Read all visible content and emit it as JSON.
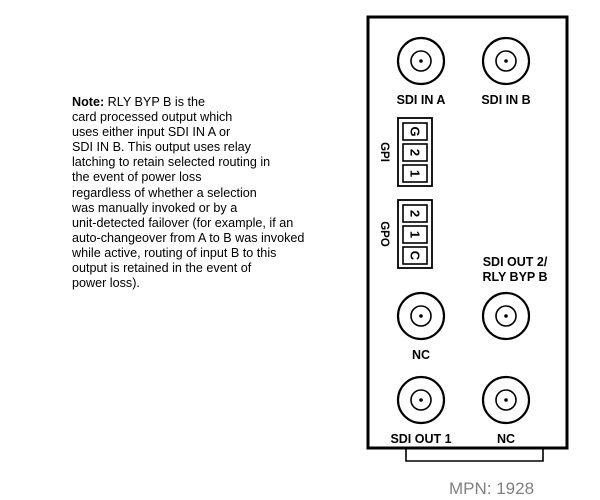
{
  "note": {
    "heading": "Note:",
    "lines": [
      " RLY BYP B is the",
      "card processed output which",
      "uses either input SDI IN A or",
      "SDI IN B. This output uses relay",
      "latching to retain selected routing in",
      "the event of power loss",
      "regardless of whether a selection",
      "was manually invoked or by a",
      "unit-detected failover (for example, if an",
      "auto-changeover from A to B was invoked",
      "while active, routing of input B to this",
      "output is retained in the event of",
      "power loss)."
    ]
  },
  "panel": {
    "connectors": {
      "sdi_in_a": "SDI IN A",
      "sdi_in_b": "SDI IN B",
      "sdi_out_2": "SDI OUT 2/",
      "rly_byp_b": "RLY BYP B",
      "nc_middle": "NC",
      "sdi_out_1": "SDI OUT 1",
      "nc_bottom": "NC"
    },
    "gpi": {
      "label": "GPI",
      "pins": [
        "G",
        "2",
        "1"
      ]
    },
    "gpo": {
      "label": "GPO",
      "pins": [
        "2",
        "1",
        "C"
      ]
    }
  },
  "mpn": "MPN: 1928"
}
